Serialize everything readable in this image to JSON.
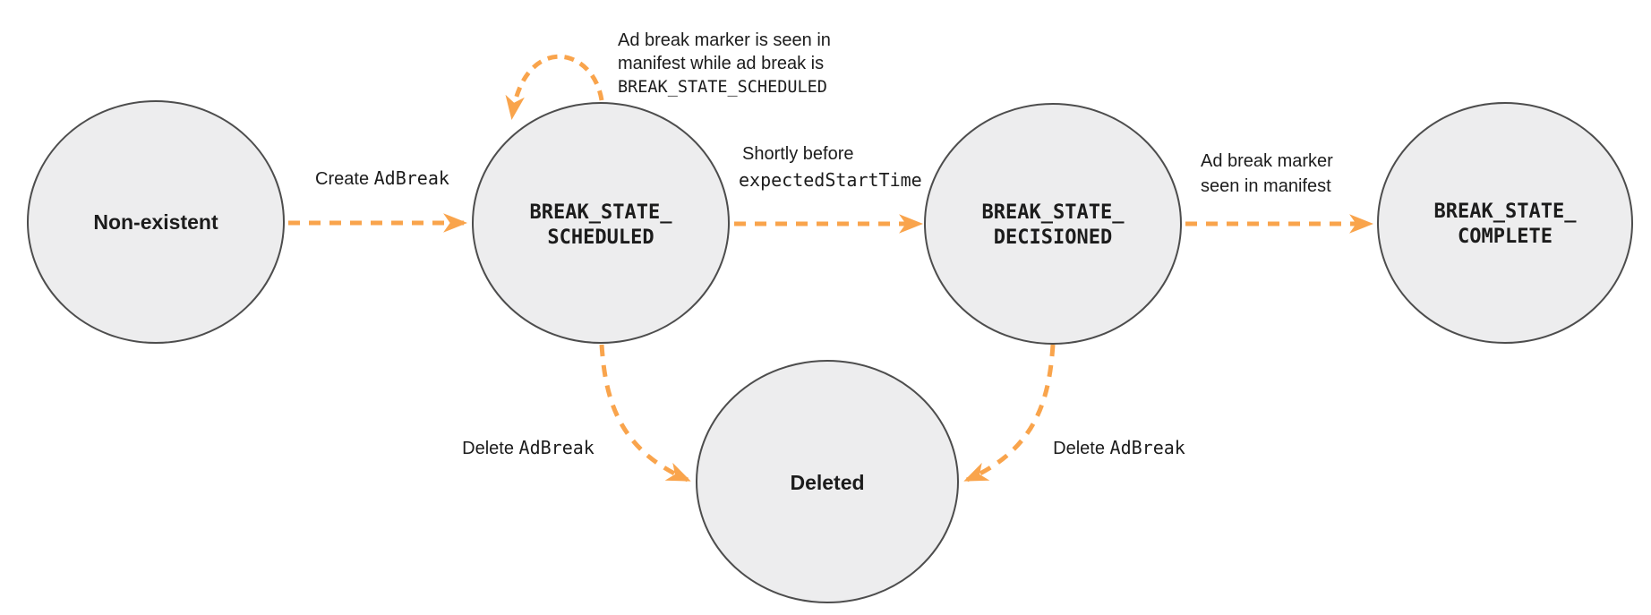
{
  "diagram": {
    "colors": {
      "arrow": "#F9A44C",
      "node_fill": "#EDEDEE",
      "node_stroke": "#4D4D4D",
      "text_color": "#1C1C1C"
    },
    "nodes": {
      "non_existent": {
        "label": "Non-existent"
      },
      "scheduled": {
        "line1": "BREAK_STATE_",
        "line2": "SCHEDULED"
      },
      "decisioned": {
        "line1": "BREAK_STATE_",
        "line2": "DECISIONED"
      },
      "complete": {
        "line1": "BREAK_STATE_",
        "line2": "COMPLETE"
      },
      "deleted": {
        "label": "Deleted"
      }
    },
    "edges": {
      "create_adbreak": {
        "text": "Create ",
        "code": "AdBreak"
      },
      "self_loop": {
        "line1": "Ad break marker is seen in",
        "line2": "manifest while ad break is",
        "line3": "BREAK_STATE_SCHEDULED"
      },
      "shortly_before": {
        "line1": "Shortly before",
        "line2_code": "expectedStartTime"
      },
      "marker_seen": {
        "line1": "Ad break marker",
        "line2": "seen in manifest"
      },
      "delete_left": {
        "text": "Delete ",
        "code": "AdBreak"
      },
      "delete_right": {
        "text": "Delete ",
        "code": "AdBreak"
      }
    }
  }
}
